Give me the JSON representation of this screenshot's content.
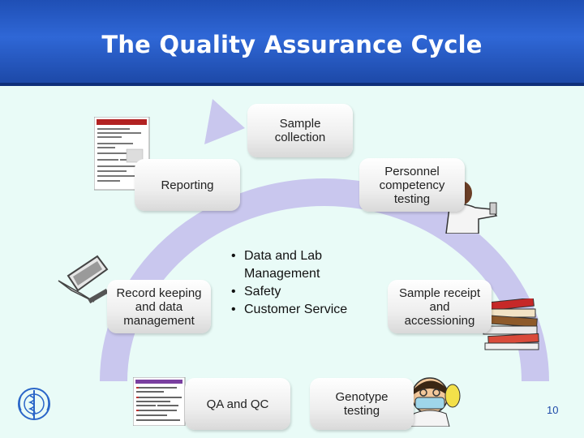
{
  "title": "The Quality Assurance Cycle",
  "steps": [
    {
      "id": "sample-collection",
      "label": "Sample\ncollection"
    },
    {
      "id": "personnel-competency-testing",
      "label": "Personnel\ncompetency\ntesting"
    },
    {
      "id": "reporting",
      "label": "Reporting"
    },
    {
      "id": "record-keeping",
      "label": "Record keeping\nand data\nmanagement"
    },
    {
      "id": "sample-receipt",
      "label": "Sample receipt\nand\naccessioning"
    },
    {
      "id": "qa-qc",
      "label": "QA and QC"
    },
    {
      "id": "genotype-testing",
      "label": "Genotype\ntesting"
    }
  ],
  "center_items": [
    "Data and Lab Management",
    "Safety",
    "Customer Service"
  ],
  "page_number": "10",
  "colors": {
    "header": "#2f67d6",
    "background": "#e9fbf7",
    "cycle_arrow": "#c9c7ee",
    "title_text": "#ffffff"
  },
  "icons": [
    "report-document-icon",
    "scientist-icon",
    "computer-icon",
    "books-icon",
    "data-sheet-icon",
    "lab-technician-icon",
    "who-logo-icon"
  ]
}
